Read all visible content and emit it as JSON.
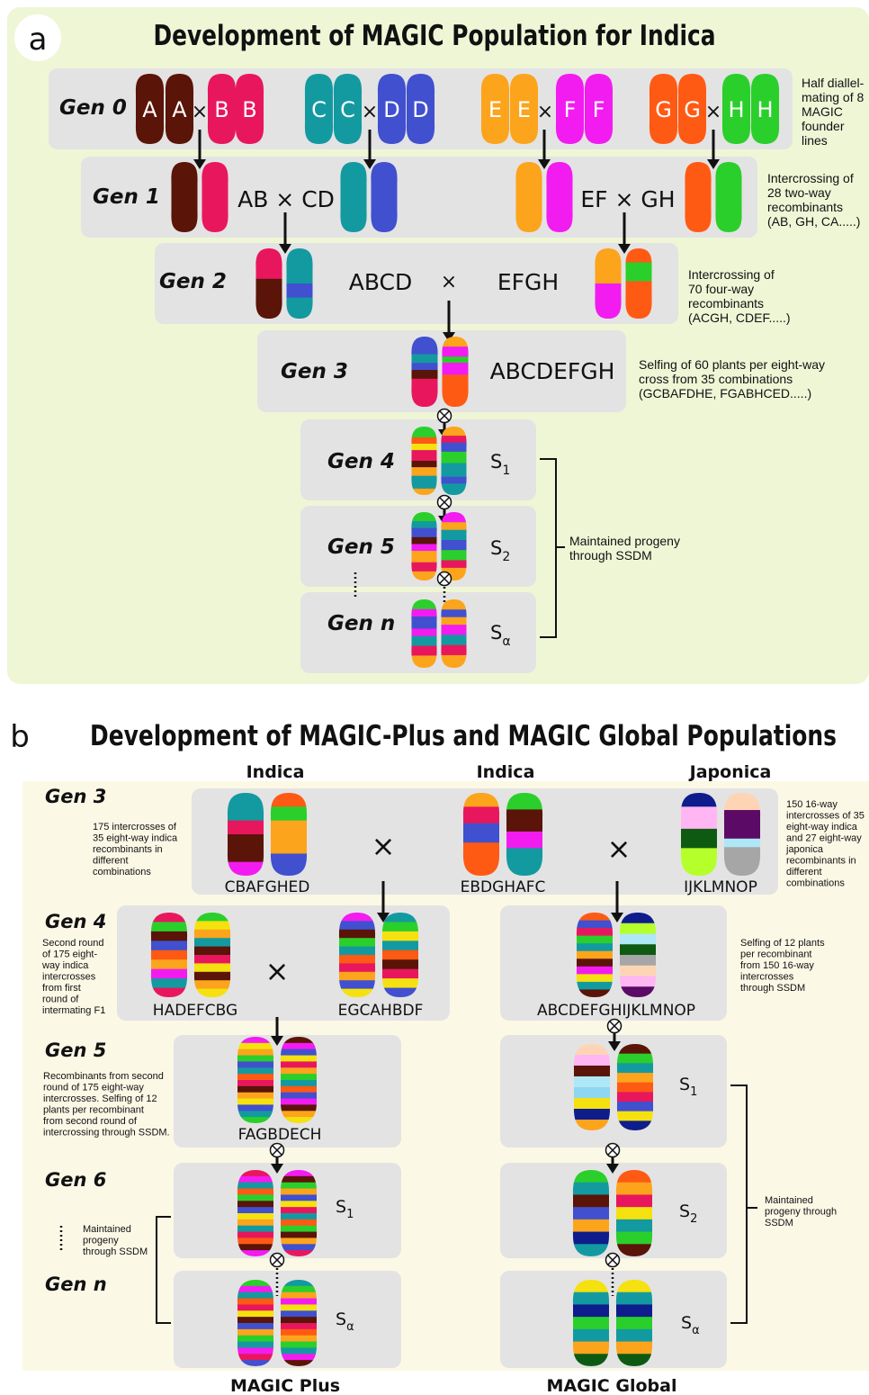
{
  "panel_a": {
    "label": "a",
    "title": "Development of MAGIC Population for Indica",
    "gens": [
      "Gen 0",
      "Gen 1",
      "Gen 2",
      "Gen 3",
      "Gen 4",
      "Gen 5",
      "Gen n"
    ],
    "cross": "×",
    "selfing": "⊗",
    "founders": [
      "A",
      "A",
      "B",
      "B",
      "C",
      "C",
      "D",
      "D",
      "E",
      "E",
      "F",
      "F",
      "G",
      "G",
      "H",
      "H"
    ],
    "gen1_labels": [
      "AB × CD",
      "EF × GH"
    ],
    "gen2_labels": [
      "ABCD",
      "EFGH"
    ],
    "gen3_label": "ABCDEFGH",
    "s_main": [
      "S",
      "S",
      "S"
    ],
    "s_sub": [
      "1",
      "2",
      "α"
    ],
    "notes": {
      "gen0": [
        "Half diallel-",
        "mating of 8",
        "MAGIC",
        "founder",
        "lines"
      ],
      "gen1": [
        "Intercrossing of",
        "28 two-way",
        "recombinants",
        "(AB, GH, CA.....)"
      ],
      "gen2": [
        "Intercrossing of",
        "70 four-way",
        "recombinants",
        "(ACGH, CDEF.....)"
      ],
      "gen3": [
        "Selfing of 60 plants per eight-way",
        "cross from 35 combinations",
        "(GCBAFDHE, FGABHCED.....)"
      ],
      "maintained": [
        "Maintained progeny",
        "through SSDM"
      ]
    }
  },
  "panel_b": {
    "label": "b",
    "title": "Development of MAGIC-Plus and MAGIC Global Populations",
    "headers": [
      "Indica",
      "Indica",
      "Japonica"
    ],
    "gens": [
      "Gen 3",
      "Gen 4",
      "Gen 5",
      "Gen 6",
      "Gen n"
    ],
    "cross": "×",
    "selfing": "⊗",
    "codes": {
      "g3a": "CBAFGHED",
      "g3b": "EBDGHAFC",
      "g3c": "IJKLMNOP",
      "g4a": "HADEFCBG",
      "g4b": "EGCAHBDF",
      "g4c": "ABCDEFGHIJKLMNOP",
      "g5": "FAGBDECH"
    },
    "s_main": [
      "S",
      "S",
      "S",
      "S",
      "S"
    ],
    "s_sub": [
      "1",
      "α",
      "1",
      "2",
      "α"
    ],
    "notes": {
      "gen3_left": [
        "175 intercrosses of",
        "35 eight-way indica",
        "recombinants in",
        "different",
        "combinations"
      ],
      "gen3_right": [
        "150 16-way",
        "intercrosses of 35",
        "eight-way indica",
        "and 27 eight-way",
        "japonica",
        "recombinants in",
        "different",
        "combinations"
      ],
      "gen4_left": [
        "Second round",
        "of 175 eight-",
        "way indica",
        "intercrosses",
        "from first",
        "round of",
        "intermating F1"
      ],
      "gen4_right": [
        "Selfing of 12 plants",
        "per recombinant",
        "from 150 16-way",
        "intercrosses",
        "through SSDM"
      ],
      "gen5_left": [
        "Recombinants from second",
        "round of 175 eight-way",
        "intercrosses. Selfing of 12",
        "plants per recombinant",
        "from second round of",
        "intercrossing through SSDM."
      ],
      "gen6_left": [
        "Maintained",
        "progeny",
        "through SSDM"
      ],
      "right_maint": [
        "Maintained",
        "progeny through",
        "SSDM"
      ]
    },
    "footers": [
      "MAGIC Plus",
      "MAGIC Global"
    ]
  },
  "colors": {
    "panel_a_bg": "#eef6d6",
    "panel_b_bg": "#fbf8e6",
    "box": "#e3e3e3",
    "A": "#5a1408",
    "B": "#e8175d",
    "C": "#139aa0",
    "D": "#4050cf",
    "E": "#fca41c",
    "F": "#f21cf0",
    "G": "#ff5a14",
    "H": "#2bcf2b",
    "I": "#0f1c8c",
    "J": "#ffb6f3",
    "K": "#0e5a12",
    "L": "#b5ff2a",
    "M": "#fdd5b5",
    "N": "#5b0a66",
    "O": "#aee7f5",
    "P": "#a6a6a6",
    "Y": "#f5e10f",
    "Q": "#8fd6f0"
  }
}
